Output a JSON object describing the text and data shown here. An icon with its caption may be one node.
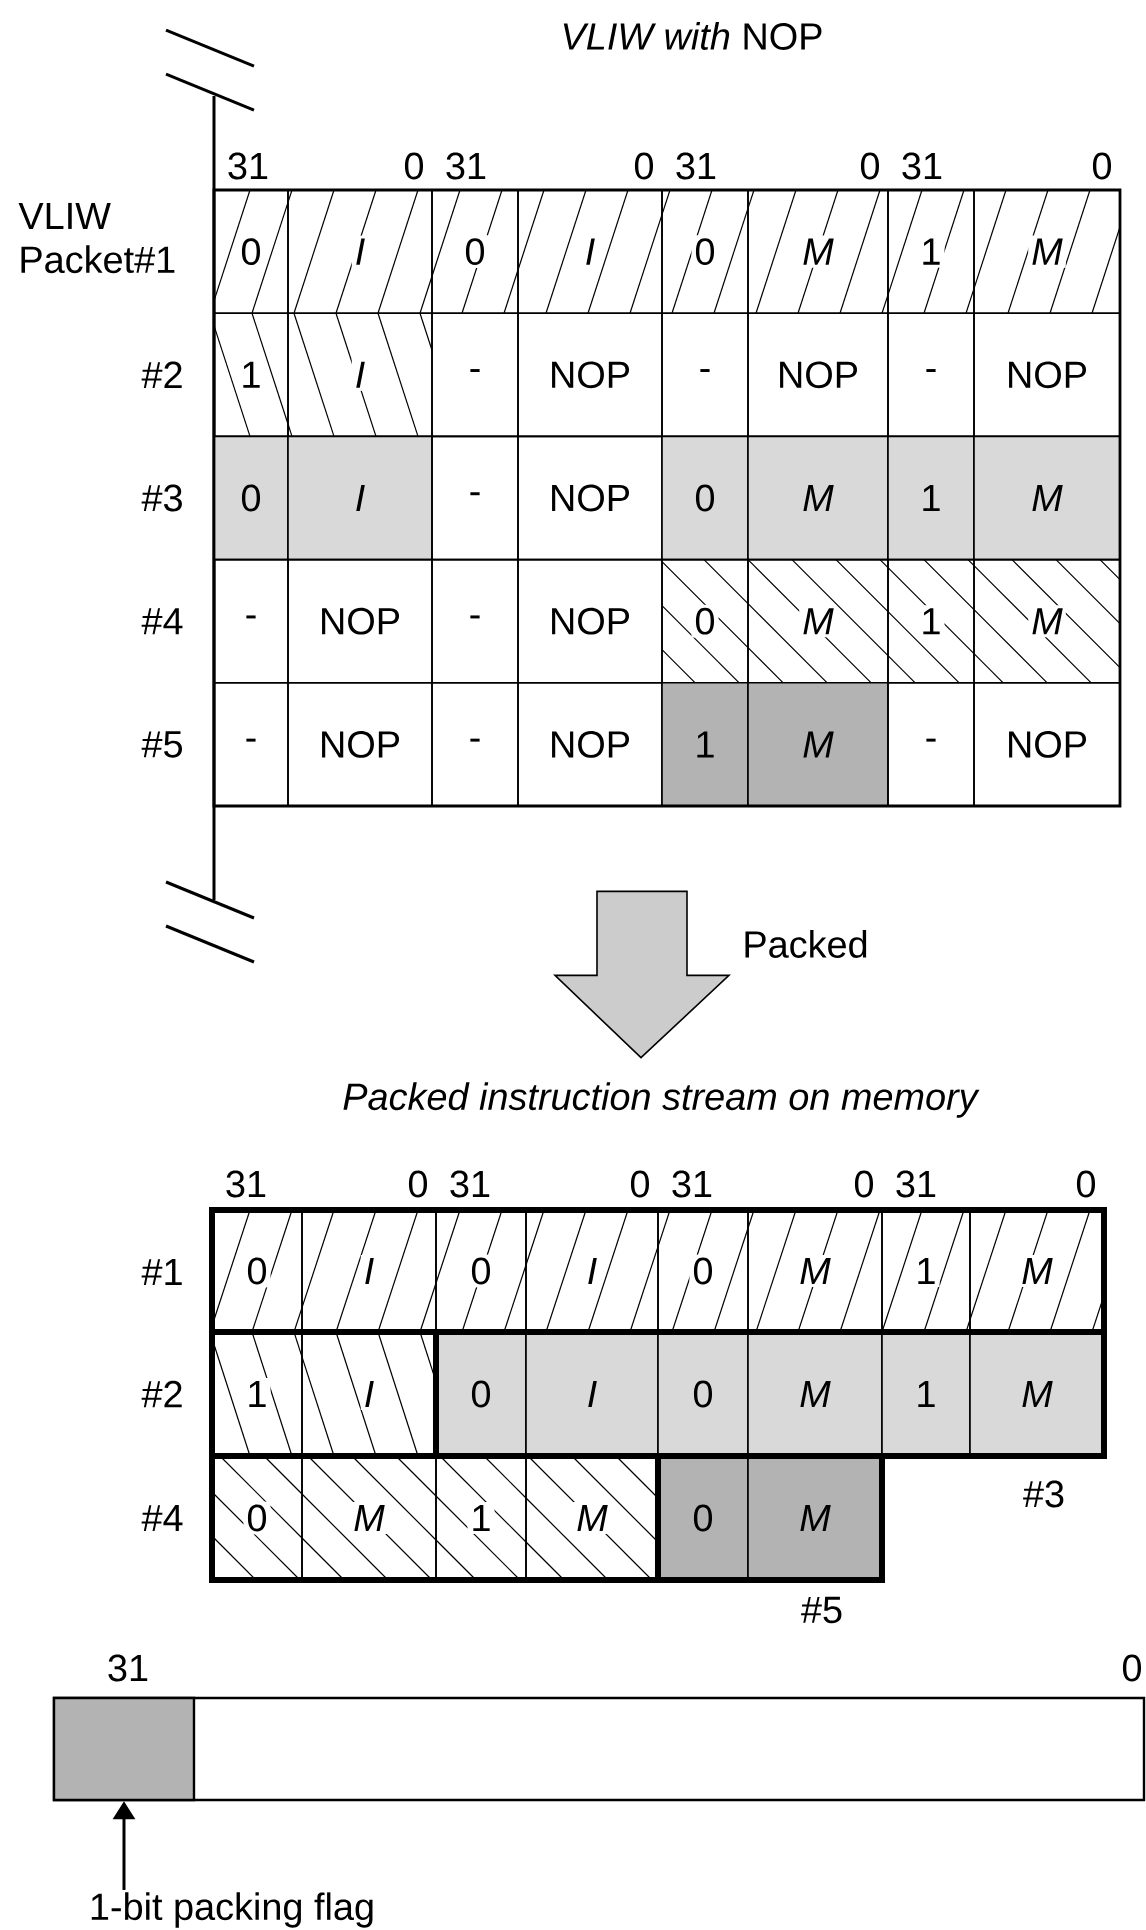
{
  "diagram": {
    "nodes": [
      {
        "text": [
          "*VLIW with* NOP"
        ]
      },
      {
        "text": [
          "0"
        ],
        "in": 0
      },
      {
        "text": [
          "I"
        ],
        "in": 0
      },
      {
        "text": [
          "0"
        ],
        "in": 0
      },
      {
        "text": [
          "I"
        ],
        "in": 0
      },
      {
        "text": [
          "0"
        ],
        "in": 0
      },
      {
        "text": [
          "M"
        ],
        "in": 0
      },
      {
        "text": [
          "1"
        ],
        "in": 0
      },
      {
        "text": [
          "M"
        ],
        "in": 0
      },
      {
        "text": [
          "1"
        ],
        "in": 0
      },
      {
        "text": [
          "I"
        ],
        "in": 0
      },
      {
        "text": [
          "-"
        ],
        "in": 0
      },
      {
        "text": [
          "NOP"
        ],
        "in": 0
      },
      {
        "text": [
          "-"
        ],
        "in": 0
      },
      {
        "text": [
          "NOP"
        ],
        "in": 0
      },
      {
        "text": [
          "-"
        ],
        "in": 0
      },
      {
        "text": [
          "NOP"
        ],
        "in": 0
      },
      {
        "text": [
          "0"
        ],
        "in": 0
      },
      {
        "text": [
          "I"
        ],
        "in": 0
      },
      {
        "text": [
          "-"
        ],
        "in": 0
      },
      {
        "text": [
          "NOP"
        ],
        "in": 0
      },
      {
        "text": [
          "0"
        ],
        "in": 0
      },
      {
        "text": [
          "M"
        ],
        "in": 0
      },
      {
        "text": [
          "1"
        ],
        "in": 0
      },
      {
        "text": [
          "M"
        ],
        "in": 0
      },
      {
        "text": [
          "-"
        ],
        "in": 0
      },
      {
        "text": [
          "NOP"
        ],
        "in": 0
      },
      {
        "text": [
          "-"
        ],
        "in": 0
      },
      {
        "text": [
          "NOP"
        ],
        "in": 0
      },
      {
        "text": [
          "0"
        ],
        "in": 0
      },
      {
        "text": [
          "M"
        ],
        "in": 0
      },
      {
        "text": [
          "1"
        ],
        "in": 0
      },
      {
        "text": [
          "M"
        ],
        "in": 0
      },
      {
        "text": [
          "-"
        ],
        "in": 0
      },
      {
        "text": [
          "NOP"
        ],
        "in": 0
      },
      {
        "text": [
          "-"
        ],
        "in": 0
      },
      {
        "text": [
          "NOP"
        ],
        "in": 0
      },
      {
        "text": [
          "1"
        ],
        "in": 0
      },
      {
        "text": [
          "M"
        ],
        "in": 0
      },
      {
        "text": [
          "-"
        ],
        "in": 0
      },
      {
        "text": [
          "NOP"
        ],
        "in": 0
      },
      {
        "text": [
          "Packed instruction stream on memory"
        ]
      },
      {
        "text": [
          "0"
        ],
        "in": 41
      },
      {
        "text": [
          "I"
        ],
        "in": 41
      },
      {
        "text": [
          "0"
        ],
        "in": 41
      },
      {
        "text": [
          "I"
        ],
        "in": 41
      },
      {
        "text": [
          "0"
        ],
        "in": 41
      },
      {
        "text": [
          "M"
        ],
        "in": 41
      },
      {
        "text": [
          "1"
        ],
        "in": 41
      },
      {
        "text": [
          "M"
        ],
        "in": 41
      },
      {
        "text": [
          "1"
        ],
        "in": 41
      },
      {
        "text": [
          "I"
        ],
        "in": 41
      },
      {
        "text": [
          "0"
        ],
        "in": 41
      },
      {
        "text": [
          "I"
        ],
        "in": 41
      },
      {
        "text": [
          "0"
        ],
        "in": 41
      },
      {
        "text": [
          "M"
        ],
        "in": 41
      },
      {
        "text": [
          "1"
        ],
        "in": 41
      },
      {
        "text": [
          "M"
        ],
        "in": 41
      },
      {
        "text": [
          "0"
        ],
        "in": 41
      },
      {
        "text": [
          "M"
        ],
        "in": 41
      },
      {
        "text": [
          "1"
        ],
        "in": 41
      },
      {
        "text": [
          "M"
        ],
        "in": 41
      },
      {
        "text": [
          "0"
        ],
        "in": 41
      },
      {
        "text": [
          "M"
        ],
        "in": 41
      },
      {
        "text": [],
        "shape": "box"
      },
      {
        "text": [],
        "shape": "box",
        "in": 64
      },
      {
        "text": [
          "1-bit packing flag"
        ]
      }
    ],
    "edges": [
      {
        "from": 0,
        "to": 41,
        "arrow": "to",
        "label": "Packed"
      },
      {
        "from": 66,
        "to": 65,
        "arrow": "to"
      }
    ],
    "labels": [
      "31",
      "0",
      "31",
      "0",
      "31",
      "0",
      "31",
      "0",
      "VLIW Packet#1",
      "#2",
      "#3",
      "#4",
      "#5",
      "31",
      "0",
      "31",
      "0",
      "31",
      "0",
      "31",
      "0",
      "#1",
      "#2",
      "#3",
      "#4",
      "#5",
      "31",
      "0"
    ]
  }
}
